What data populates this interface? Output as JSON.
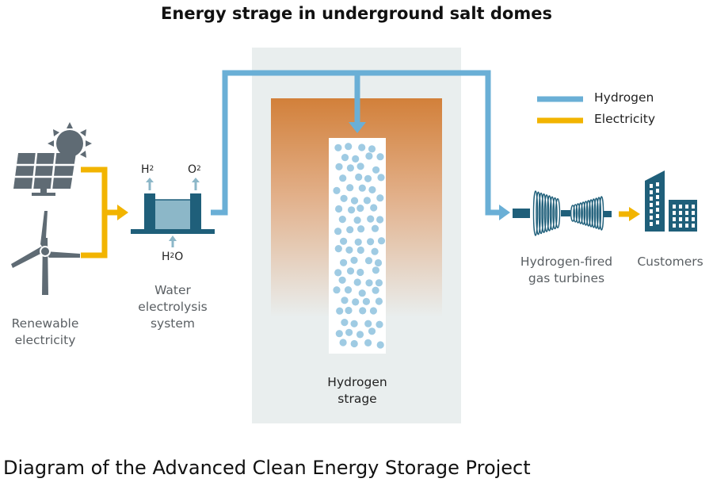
{
  "title": "Energy strage in underground salt domes",
  "caption": "Diagram of the Advanced Clean Energy Storage Project",
  "legend": [
    {
      "label": "Hydrogen",
      "color": "#6aafd6"
    },
    {
      "label": "Electricity",
      "color": "#f2b400"
    }
  ],
  "colors": {
    "hydrogen": "#6aafd6",
    "electricity": "#f2b400",
    "equipment": "#1f5f7a",
    "salt_dome_top": "#d2803a",
    "storage_panel": "#e9eeee",
    "bubble": "#9fcbe3",
    "icon_gray": "#5f6b74"
  },
  "nodes": {
    "renewable": {
      "label_line1": "Renewable",
      "label_line2": "electricity"
    },
    "electrolysis": {
      "label_line1": "Water",
      "label_line2": "electrolysis",
      "label_line3": "system",
      "h2_main": "H",
      "h2_sub": "2",
      "o2_main": "O",
      "o2_sub": "2",
      "h2o_main": "H",
      "h2o_sub": "2",
      "h2o_tail": "O"
    },
    "storage": {
      "label_line1": "Hydrogen",
      "label_line2": "strage"
    },
    "turbines": {
      "label_line1": "Hydrogen-fired",
      "label_line2": "gas turbines"
    },
    "customers": {
      "label": "Customers"
    }
  },
  "icons": [
    "sun-icon",
    "solar-panel-icon",
    "wind-turbine-icon",
    "gas-turbine-icon",
    "buildings-icon"
  ]
}
